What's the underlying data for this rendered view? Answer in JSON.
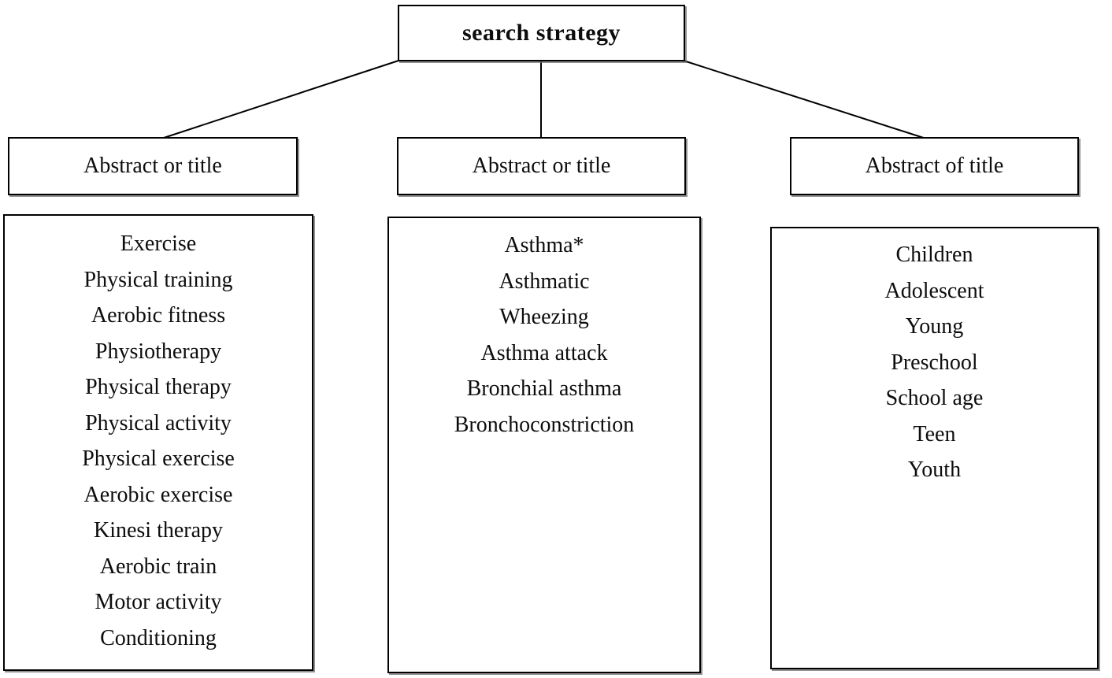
{
  "diagram": {
    "root": {
      "label": "search strategy"
    },
    "columns": [
      {
        "header": "Abstract or title",
        "terms": [
          "Exercise",
          "Physical training",
          "Aerobic fitness",
          "Physiotherapy",
          "Physical therapy",
          "Physical activity",
          "Physical exercise",
          "Aerobic exercise",
          "Kinesi therapy",
          "Aerobic train",
          "Motor activity",
          "Conditioning"
        ]
      },
      {
        "header": "Abstract or title",
        "terms": [
          "Asthma*",
          "Asthmatic",
          "Wheezing",
          "Asthma attack",
          "Bronchial asthma",
          "Bronchoconstriction"
        ]
      },
      {
        "header": "Abstract of title",
        "terms": [
          "Children",
          "Adolescent",
          "Young",
          "Preschool",
          "School age",
          "Teen",
          "Youth"
        ]
      }
    ],
    "colors": {
      "border": "#000000",
      "background": "#ffffff",
      "text": "#0d0d0d",
      "line": "#000000"
    }
  }
}
